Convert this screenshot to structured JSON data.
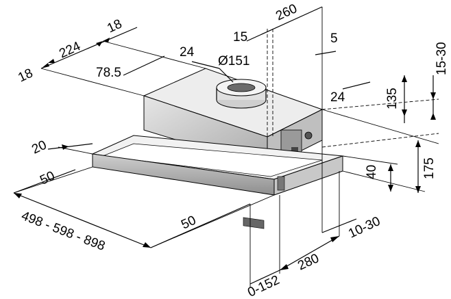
{
  "dimensions": {
    "d18_left": "18",
    "d224": "224",
    "d18_top": "18",
    "d78_5": "78.5",
    "d24_top": "24",
    "d_dia151": "Ø151",
    "d15": "15",
    "d260": "260",
    "d5": "5",
    "d15_30": "15-30",
    "d135": "135",
    "d24_right": "24",
    "d175": "175",
    "d20": "20",
    "d50_left": "50",
    "d40": "40",
    "d498": "498 - 598 - 898",
    "d50_bottom": "50",
    "d10_30": "10-30",
    "d280": "280",
    "d0_152": "0-152"
  },
  "colors": {
    "line": "#000000",
    "hood_body": "#d9d9d9",
    "hood_dark": "#8c8c8c",
    "front_panel": "#bdbdbd"
  }
}
